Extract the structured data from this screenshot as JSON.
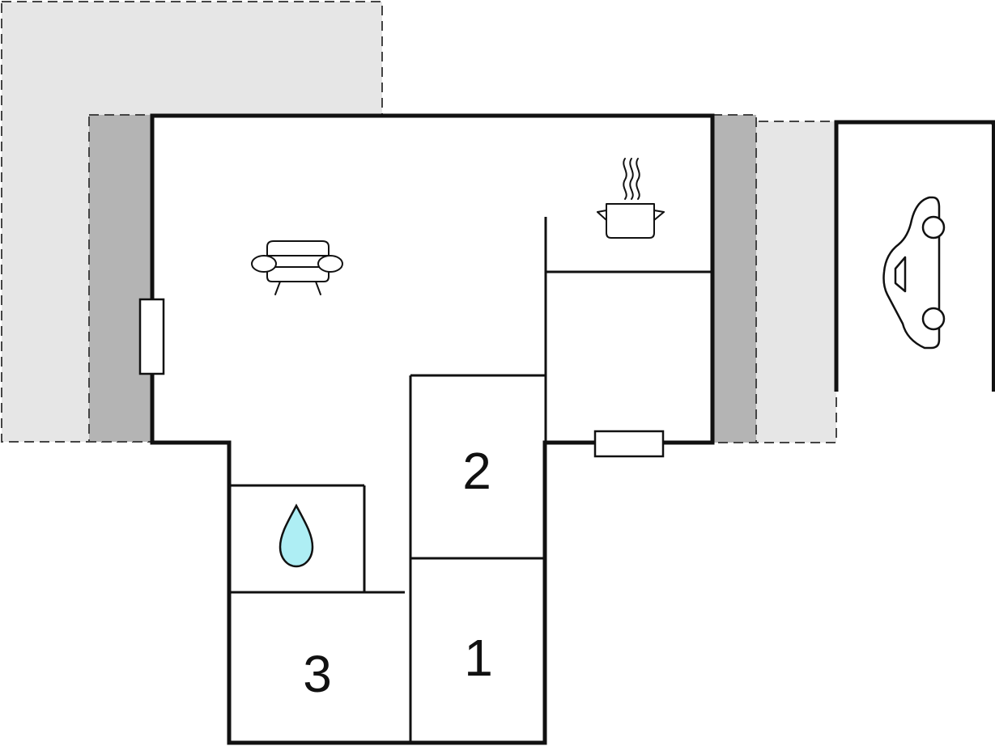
{
  "rooms": {
    "bedroom_1": {
      "label": "1"
    },
    "bedroom_2": {
      "label": "2"
    },
    "bedroom_3": {
      "label": "3"
    }
  },
  "icons": {
    "living_room": "sofa-icon",
    "kitchen": "cooking-pot-icon",
    "bathroom": "water-drop-icon",
    "garage": "car-icon"
  },
  "colors": {
    "wall": "#111111",
    "terrace_light": "#e6e6e6",
    "terrace_dark": "#b4b4b4",
    "water": "#aeeef4",
    "background": "#ffffff"
  }
}
